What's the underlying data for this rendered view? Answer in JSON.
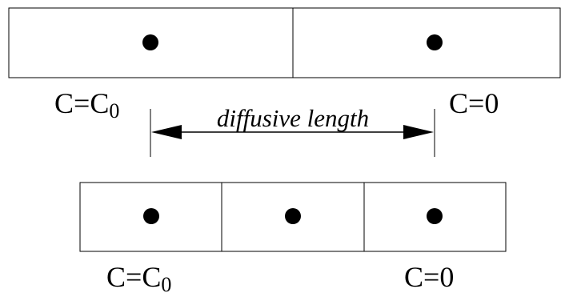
{
  "labels": {
    "top_left": {
      "base": "C=C",
      "subscript": "0"
    },
    "top_right": "C=0",
    "bottom_left": {
      "base": "C=C",
      "subscript": "0"
    },
    "bottom_right": "C=0",
    "diffusive_length": "diffusive length"
  },
  "colors": {
    "stroke": "#000000",
    "fill": "#ffffff",
    "dot": "#000000"
  }
}
